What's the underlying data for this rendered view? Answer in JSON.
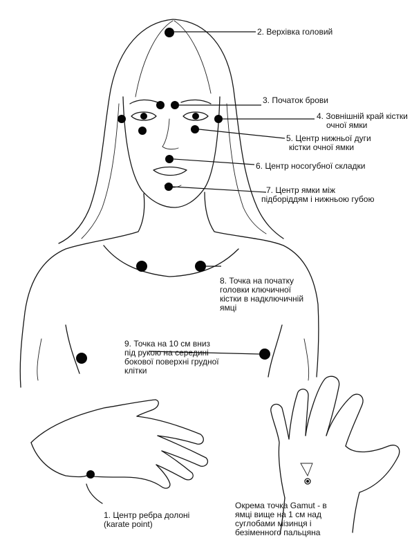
{
  "labels": {
    "p1": [
      "1. Центр ребра долоні",
      "(karate point)"
    ],
    "p2": [
      "2. Верхівка головий"
    ],
    "p3": [
      "3. Початок брови"
    ],
    "p4": [
      "4. Зовнішній край кістки",
      "очної ямки"
    ],
    "p5": [
      "5. Центр нижньої дуги",
      "кістки очної ямки"
    ],
    "p6": [
      "6. Центр носогубної складки"
    ],
    "p7": [
      "7. Центр ямки між",
      "підборіддям і нижньою губою"
    ],
    "p8": [
      "8. Точка на початку",
      "головки ключичної",
      "кістки в надключичній",
      "ямці"
    ],
    "p9": [
      "9. Точка на 10 см вниз",
      "під рукою на середині",
      "бокової поверхні грудної",
      "клітки"
    ],
    "gamut": [
      "Окрема точка Gamut - в",
      "ямці вище на 1 см над",
      "суглобами мізинця і",
      "безіменного пальцяна"
    ]
  }
}
